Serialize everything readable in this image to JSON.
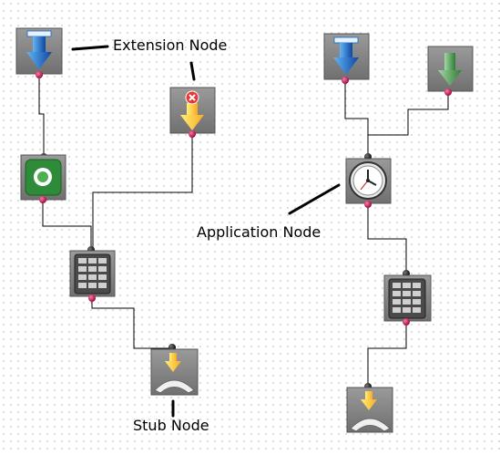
{
  "labels": {
    "extension_node": "Extension Node",
    "application_node": "Application Node",
    "stub_node": "Stub Node"
  },
  "colors": {
    "node_fill": "#8a8a8a",
    "output_port": "#c8004a",
    "input_port": "#111111",
    "connector": "#000000",
    "arrow_blue": "#1e88e5",
    "arrow_yellow": "#ffcc00",
    "arrow_green": "#43a047",
    "keypad_fill": "#555555",
    "start_green": "#2e8b3a"
  },
  "nodes": [
    {
      "id": "ext-1",
      "icon": "blue-down-arrow-icon"
    },
    {
      "id": "ext-2",
      "icon": "yellow-arrow-red-x-icon"
    },
    {
      "id": "ext-3",
      "icon": "blue-down-arrow-icon"
    },
    {
      "id": "ext-4",
      "icon": "green-down-arrow-icon"
    },
    {
      "id": "start",
      "icon": "green-record-icon"
    },
    {
      "id": "app",
      "icon": "clock-icon"
    },
    {
      "id": "keypad-1",
      "icon": "keypad-icon"
    },
    {
      "id": "keypad-2",
      "icon": "keypad-icon"
    },
    {
      "id": "stub-1",
      "icon": "phone-hangup-icon"
    },
    {
      "id": "stub-2",
      "icon": "phone-hangup-icon"
    }
  ]
}
